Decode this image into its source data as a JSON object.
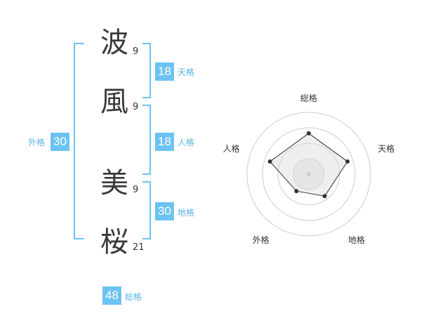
{
  "name": {
    "characters": [
      {
        "char": "波",
        "strokes": "9"
      },
      {
        "char": "風",
        "strokes": "9"
      },
      {
        "char": "美",
        "strokes": "9"
      },
      {
        "char": "桜",
        "strokes": "21"
      }
    ]
  },
  "fortunes": {
    "tenkaku": {
      "value": "18",
      "label": "天格"
    },
    "jinkaku": {
      "value": "18",
      "label": "人格"
    },
    "chikaku": {
      "value": "30",
      "label": "地格"
    },
    "gaikaku": {
      "value": "30",
      "label": "外格"
    },
    "soukaku": {
      "value": "48",
      "label": "総格"
    }
  },
  "colors": {
    "accent": "#6cc3f3",
    "label": "#5ab4e8"
  },
  "chart_data": {
    "type": "radar",
    "axes": [
      "総格",
      "天格",
      "地格",
      "外格",
      "人格"
    ],
    "values": [
      0.66,
      0.66,
      0.44,
      0.34,
      0.66
    ],
    "scale_max": 1,
    "rings": 4
  }
}
